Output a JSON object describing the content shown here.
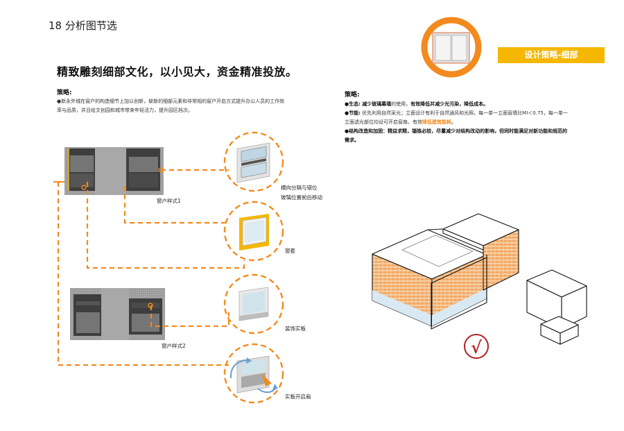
{
  "page": {
    "title": "18 分析图节选"
  },
  "left": {
    "headline": "精致雕刻细部文化，以小见大，资金精准投放。",
    "strategy_label": "策略:",
    "strategy_line1": "●新永外城在窗户的构造细节上加以创新，崭新的细部元素和非常规的窗户开启方式提升办公人员的工作效",
    "strategy_line2": "率与品质，并且给文创园和城市带来年轻活力，提升园区档次。"
  },
  "banner": {
    "label": "设计策略-细部"
  },
  "right": {
    "strategy_label": "策略:",
    "eco_prefix": "●生态:",
    "eco_b1": "减少玻璃幕墙",
    "eco_n1": "的使用，",
    "eco_b2": "有效降低并减少光污染，降低成本。",
    "energy_prefix": "●节能:",
    "energy_text1": "优先利用自然采光；立面设计有利于自然通风和光照，每一单一立面窗墙比MI＜0.75，每一单一",
    "energy_text2": "立面透光部位均设可开启窗扇，有效",
    "energy_hl": "降低建筑能耗",
    "energy_end": "。",
    "struct_line1": "●结构改造和加固：精益求精，锱铢必较，尽量减少对结构改动的影响，但同时能满足对新功能和规范的",
    "struct_line2": "需求。"
  },
  "window_styles": {
    "style1": "窗户样式1",
    "style2": "窗户样式2"
  },
  "details": [
    {
      "line1": "横向分隔与错位",
      "line2": "玻璃位置前后移动"
    },
    {
      "line1": "窗套"
    },
    {
      "line1": "装饰实板"
    },
    {
      "line1": "实板开启扇"
    }
  ],
  "check_symbol": "√",
  "colors": {
    "orange": "#f28a1e",
    "yellow": "#f5b700",
    "window_dark": "#3e3e3e",
    "wall_gray": "#9c9c9c"
  }
}
